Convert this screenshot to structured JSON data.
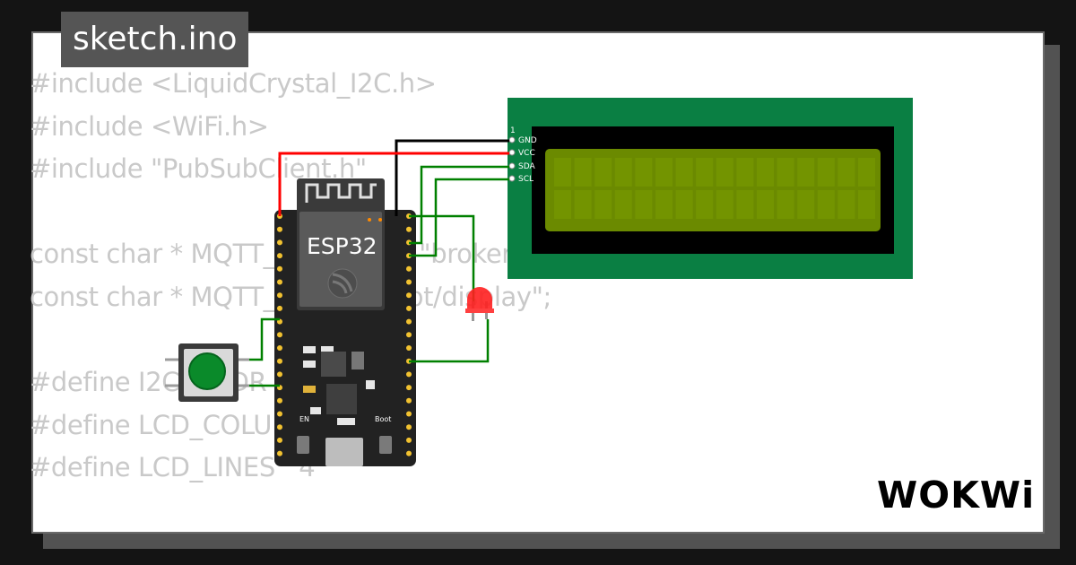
{
  "tab": {
    "filename": "sketch.ino"
  },
  "code_lines": [
    "#include <LiquidCrystal_I2C.h>",
    "#include <WiFi.h>",
    "#include \"PubSubClient.h\"",
    "",
    "const char * MQTT_BROKER = \"broker.emqx.io\";",
    "const char * MQTT_TOPIC = \"iot/display\";",
    "",
    "#define I2C_ADDR    0x27",
    "#define LCD_COLUMNS 20",
    "#define LCD_LINES   4"
  ],
  "lcd": {
    "pin_number": "1",
    "pins": [
      "GND",
      "VCC",
      "SDA",
      "SCL"
    ],
    "screen_color": "#6b8a00",
    "board_color": "#0a7f43"
  },
  "board": {
    "chip_label": "ESP32",
    "en_label": "EN",
    "boot_label": "Boot"
  },
  "wires": {
    "gnd": "#000000",
    "vcc": "#ff0000",
    "signal": "#008000"
  },
  "led": {
    "color": "#ff2020"
  },
  "button": {
    "color": "#0a8a2a"
  },
  "brand": {
    "logo": "WOKWi"
  }
}
